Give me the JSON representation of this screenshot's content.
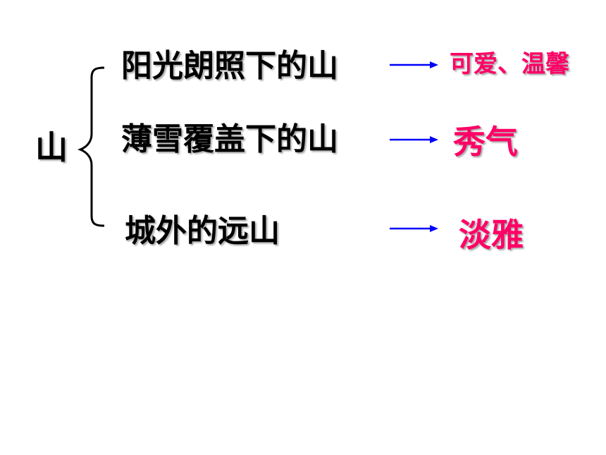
{
  "diagram": {
    "root": "山",
    "branches": [
      {
        "topic": "阳光朗照下的山",
        "result": "可爱、温馨"
      },
      {
        "topic": "薄雪覆盖下的山",
        "result": "秀气"
      },
      {
        "topic": "城外的远山",
        "result": "淡雅"
      }
    ]
  },
  "colors": {
    "text": "#000000",
    "result": "#ff0066",
    "arrow": "#0000ff"
  }
}
